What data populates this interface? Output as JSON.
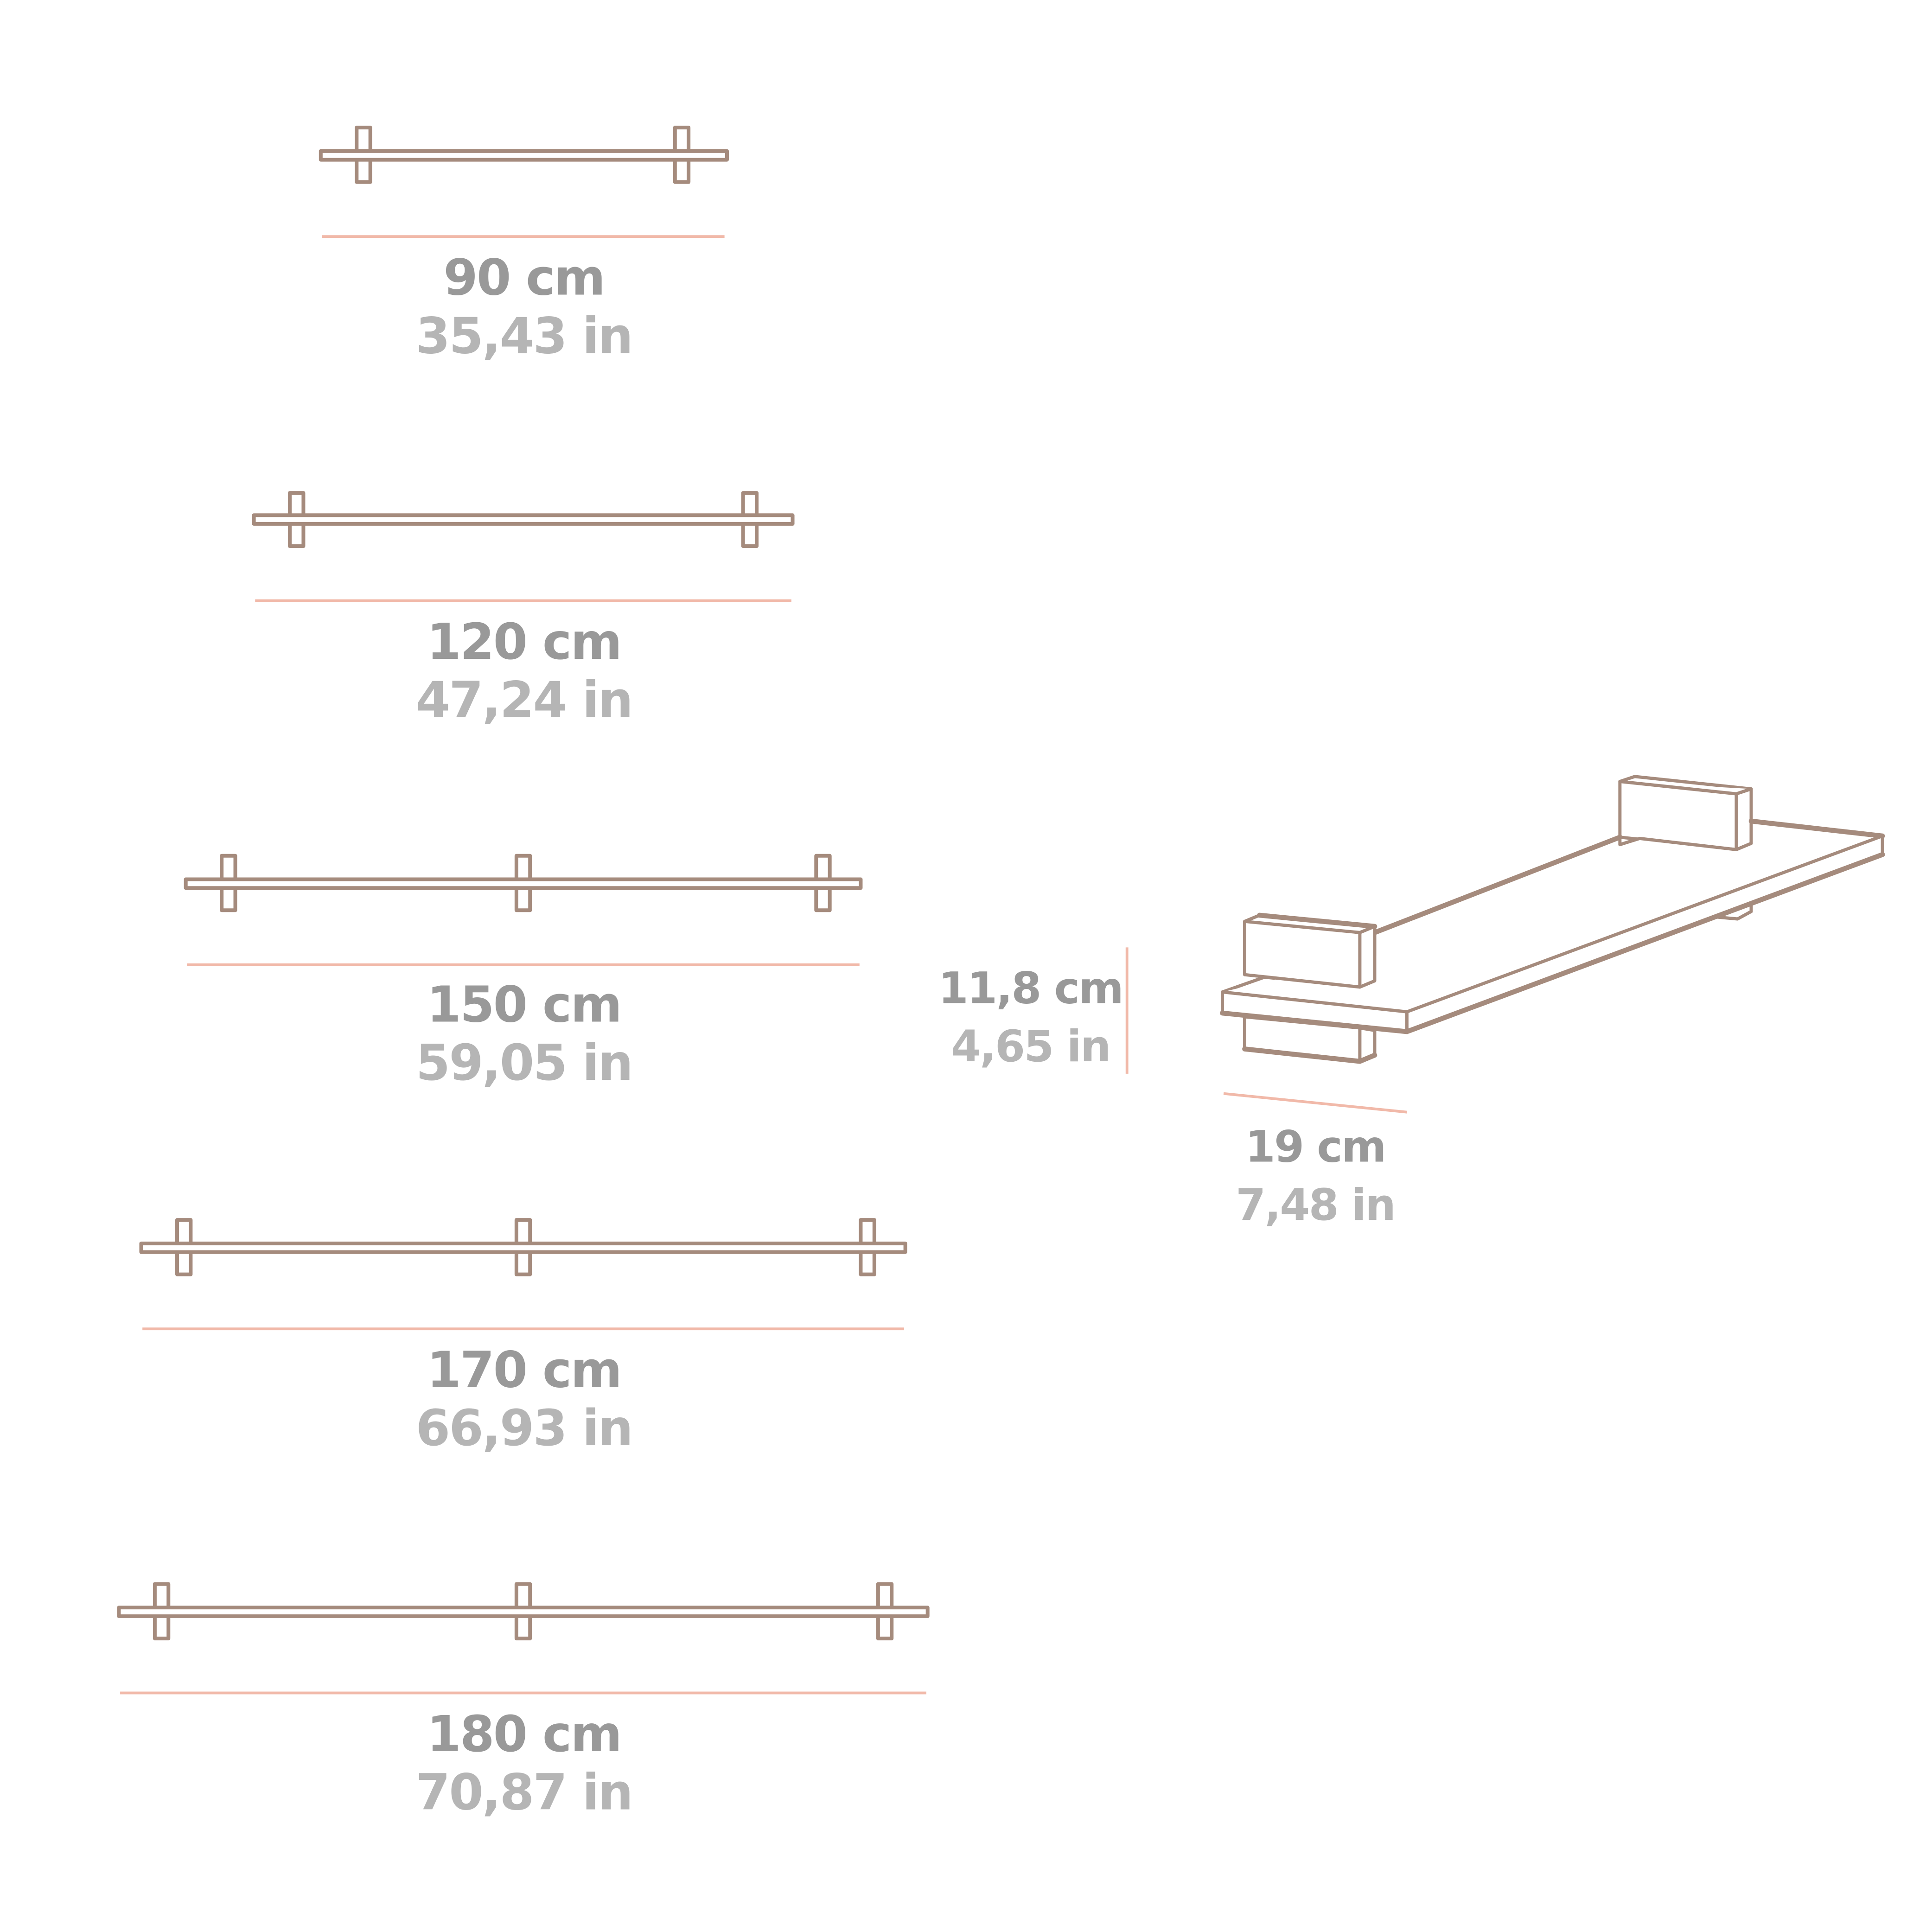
{
  "colors": {
    "outline": "#a58b7d",
    "dimension_line": "#f1b9a9",
    "metric_text": "#999999",
    "imperial_text": "#b5b5b5",
    "background": "#ffffff"
  },
  "shelf_lengths": [
    {
      "cm": "90 cm",
      "in": "35,43 in",
      "brackets": 2
    },
    {
      "cm": "120 cm",
      "in": "47,24 in",
      "brackets": 2
    },
    {
      "cm": "150 cm",
      "in": "59,05 in",
      "brackets": 3
    },
    {
      "cm": "170 cm",
      "in": "66,93 in",
      "brackets": 3
    },
    {
      "cm": "180 cm",
      "in": "70,87 in",
      "brackets": 3
    }
  ],
  "isometric_view": {
    "height": {
      "cm": "11,8 cm",
      "in": "4,65 in"
    },
    "depth": {
      "cm": "19 cm",
      "in": "7,48 in"
    }
  }
}
